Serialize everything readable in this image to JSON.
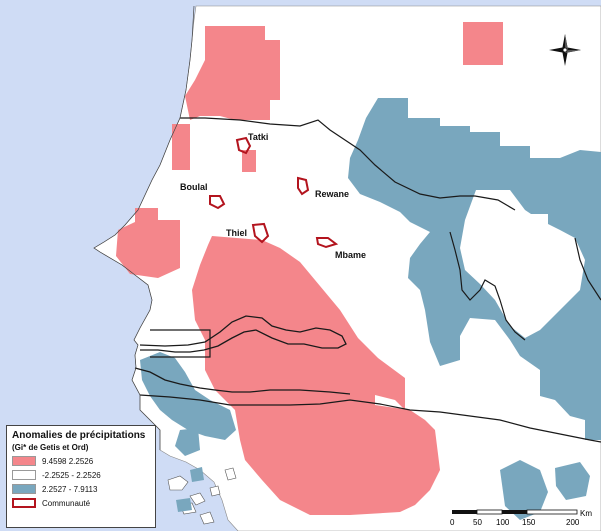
{
  "colors": {
    "high_anomaly": "#f4868b",
    "neutral": "#ffffff",
    "low_anomaly": "#79a7be",
    "ocean": "#cfdcf5",
    "community_outline": "#b3141e",
    "border": "#1a1a1a"
  },
  "places": [
    {
      "name": "Tatki"
    },
    {
      "name": "Boulal"
    },
    {
      "name": "Rewane"
    },
    {
      "name": "Thiel"
    },
    {
      "name": "Mbame"
    }
  ],
  "legend": {
    "title": "Anomalies de précipitations",
    "subtitle": "(Gi* de Getis et Ord)",
    "items": [
      {
        "label": "9.4598    2.2526",
        "class": "high"
      },
      {
        "label": "-2.2525 - 2.2526",
        "class": "neutral"
      },
      {
        "label": "2.2527 - 7.9113",
        "class": "low"
      },
      {
        "label": "Communauté",
        "class": "outline"
      }
    ]
  },
  "scale_bar": {
    "ticks": [
      "0",
      "50",
      "100",
      "150",
      "200"
    ],
    "unit": "Km"
  },
  "north_arrow": {
    "icon": "compass-rose-icon"
  }
}
